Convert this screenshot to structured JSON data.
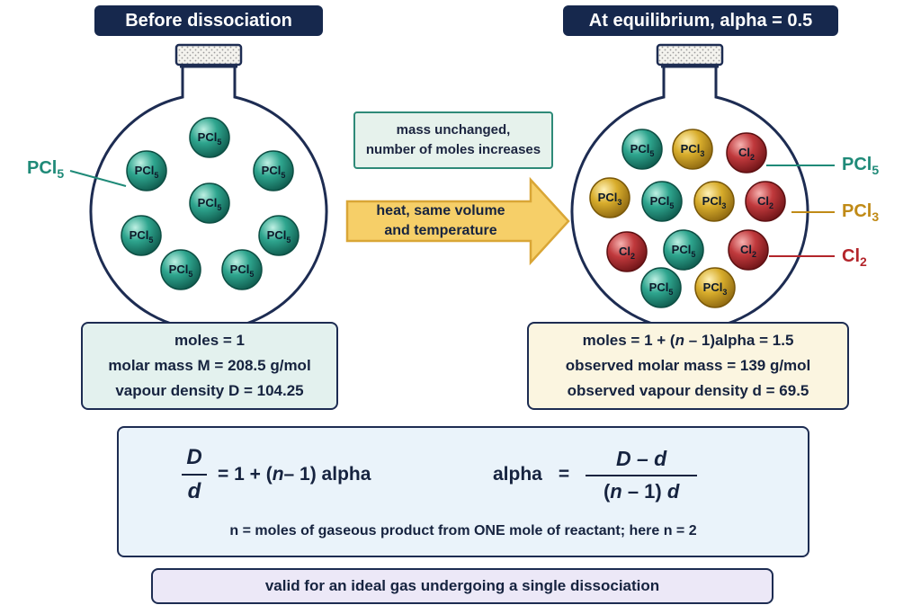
{
  "headers": {
    "left": "Before dissociation",
    "right": "At equilibrium, alpha = 0.5"
  },
  "left_flask": {
    "label": "PCl",
    "label_sub": "5",
    "molecules": [
      {
        "species": "PCl",
        "sub": "5",
        "kind": "pcl5"
      },
      {
        "species": "PCl",
        "sub": "5",
        "kind": "pcl5"
      },
      {
        "species": "PCl",
        "sub": "5",
        "kind": "pcl5"
      },
      {
        "species": "PCl",
        "sub": "5",
        "kind": "pcl5"
      },
      {
        "species": "PCl",
        "sub": "5",
        "kind": "pcl5"
      },
      {
        "species": "PCl",
        "sub": "5",
        "kind": "pcl5"
      },
      {
        "species": "PCl",
        "sub": "5",
        "kind": "pcl5"
      },
      {
        "species": "PCl",
        "sub": "5",
        "kind": "pcl5"
      }
    ]
  },
  "right_flask": {
    "legend": [
      {
        "text": "PCl",
        "sub": "5",
        "color": "#1f8a78"
      },
      {
        "text": "PCl",
        "sub": "3",
        "color": "#c08a16"
      },
      {
        "text": "Cl",
        "sub": "2",
        "color": "#b3252b"
      }
    ],
    "molecules": [
      {
        "species": "PCl",
        "sub": "5",
        "kind": "pcl5"
      },
      {
        "species": "PCl",
        "sub": "3",
        "kind": "pcl3"
      },
      {
        "species": "Cl",
        "sub": "2",
        "kind": "cl2"
      },
      {
        "species": "PCl",
        "sub": "3",
        "kind": "pcl3"
      },
      {
        "species": "PCl",
        "sub": "5",
        "kind": "pcl5"
      },
      {
        "species": "PCl",
        "sub": "3",
        "kind": "pcl3"
      },
      {
        "species": "Cl",
        "sub": "2",
        "kind": "cl2"
      },
      {
        "species": "Cl",
        "sub": "2",
        "kind": "cl2"
      },
      {
        "species": "PCl",
        "sub": "5",
        "kind": "pcl5"
      },
      {
        "species": "Cl",
        "sub": "2",
        "kind": "cl2"
      },
      {
        "species": "PCl",
        "sub": "5",
        "kind": "pcl5"
      },
      {
        "species": "PCl",
        "sub": "3",
        "kind": "pcl3"
      }
    ]
  },
  "note": {
    "line1": "mass unchanged,",
    "line2": "number of moles increases"
  },
  "arrow": {
    "line1": "heat, same volume",
    "line2": "and temperature"
  },
  "left_info": {
    "line1": "moles = 1",
    "line2": "molar mass M = 208.5 g/mol",
    "line3": "vapour density D = 104.25"
  },
  "right_info": {
    "line1_a": "moles = 1 + (",
    "line1_n": "n",
    "line1_b": " – 1)alpha = 1.5",
    "line2": "observed molar mass = 139 g/mol",
    "line3": "observed vapour density d = 69.5"
  },
  "formula": {
    "f1_num": "D",
    "f1_den": "d",
    "f1_rhs_a": "= 1 + (",
    "f1_rhs_n": "n",
    "f1_rhs_b": " – 1) alpha",
    "f2_lhs": "alpha",
    "f2_eq": "=",
    "f2_num": "D – d",
    "f2_den_a": "(",
    "f2_den_n": "n",
    "f2_den_b": " – 1) ",
    "f2_den_d": "d",
    "definition": "n = moles of gaseous product from ONE mole of reactant; here n = 2"
  },
  "footer": "valid for an ideal gas undergoing a single dissociation",
  "colors": {
    "pcl5_fill": "#2ea58e",
    "pcl3_fill": "#d8ad2c",
    "cl2_fill": "#c0393c",
    "navy": "#16284d",
    "arrow_fill": "#f6cf68",
    "arrow_stroke": "#d9a636"
  }
}
